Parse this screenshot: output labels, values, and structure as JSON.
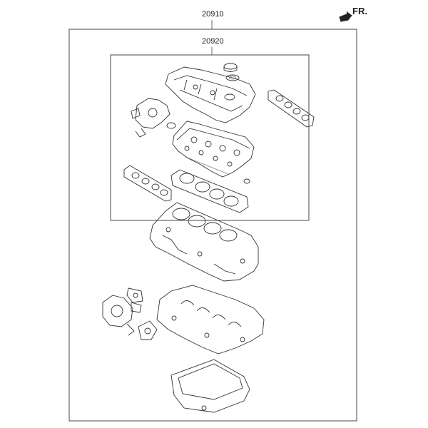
{
  "labels": {
    "outer_kit": "20910",
    "inner_kit": "20920",
    "direction": "FR."
  },
  "icons": {
    "direction_arrow": "arrow-forward-icon"
  }
}
